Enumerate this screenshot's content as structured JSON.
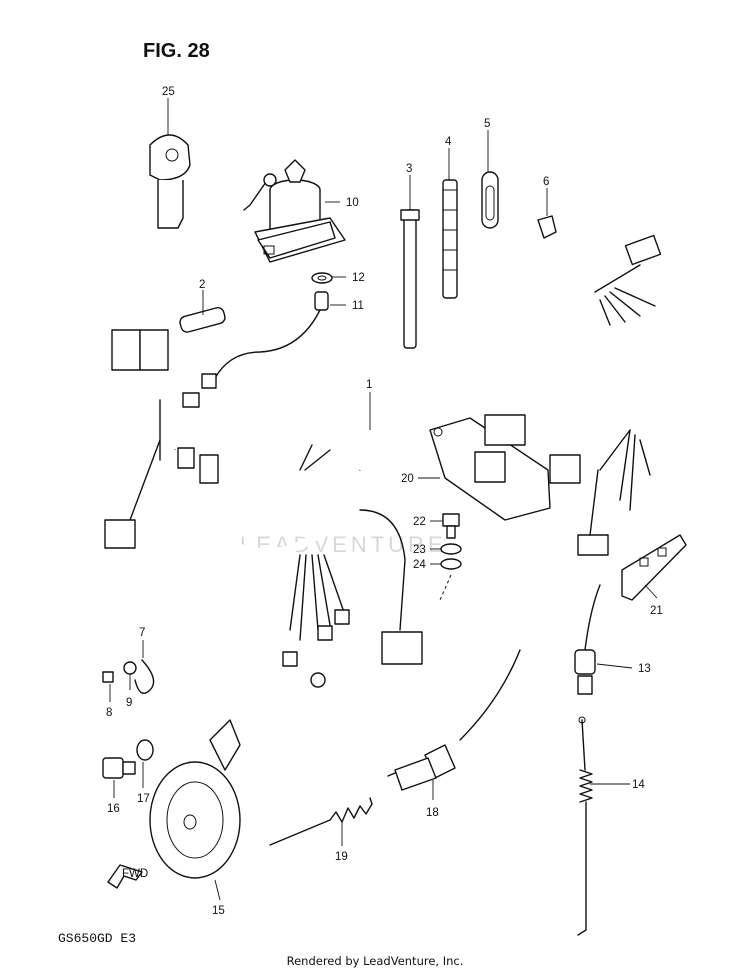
{
  "figure": {
    "title": "FIG. 28",
    "model": "GS650GD  E3"
  },
  "footer": "Rendered by LeadVenture, Inc.",
  "watermark": "LEADVENTURE",
  "arrow": {
    "label": "FWD"
  },
  "callouts": {
    "p1": "1",
    "p2": "2",
    "p3": "3",
    "p4": "4",
    "p5": "5",
    "p6": "6",
    "p7": "7",
    "p8": "8",
    "p9": "9",
    "p10": "10",
    "p11": "11",
    "p12": "12",
    "p13": "13",
    "p14": "14",
    "p15": "15",
    "p16": "16",
    "p17": "17",
    "p18": "18",
    "p19": "19",
    "p20": "20",
    "p21": "21",
    "p22": "22",
    "p23": "23",
    "p24": "24",
    "p25": "25"
  }
}
